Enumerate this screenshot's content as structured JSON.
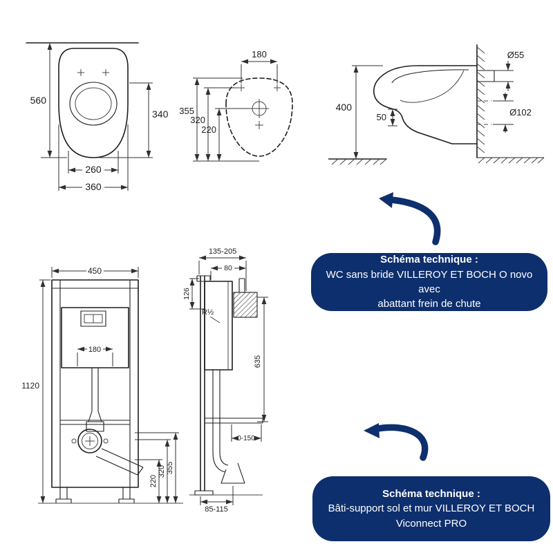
{
  "colors": {
    "accent": "#0e2f6d",
    "line": "#1d1d1d"
  },
  "wc_front": {
    "h560": "560",
    "h340": "340",
    "w260": "260",
    "w360": "360"
  },
  "wc_top": {
    "w180": "180",
    "d355": "355",
    "d320": "320",
    "d220": "220"
  },
  "wc_side": {
    "d55": "Ø55",
    "h400": "400",
    "d102": "Ø102",
    "g50": "50"
  },
  "frame_front": {
    "w450": "450",
    "h1120": "1120",
    "w180": "180",
    "h220": "220",
    "h320": "320",
    "h355": "355"
  },
  "frame_side": {
    "depth": "135-205",
    "w80": "80",
    "h126": "126",
    "inlet": "R½",
    "h635": "635",
    "adj": "0-150",
    "out": "85-115"
  },
  "badges": [
    {
      "title": "Schéma technique :",
      "line1": "WC sans bride VILLEROY ET BOCH O novo avec",
      "line2": "abattant frein de chute"
    },
    {
      "title": "Schéma technique :",
      "line1": "Bâti-support sol et mur VILLEROY ET BOCH",
      "line2": "Viconnect PRO"
    }
  ]
}
